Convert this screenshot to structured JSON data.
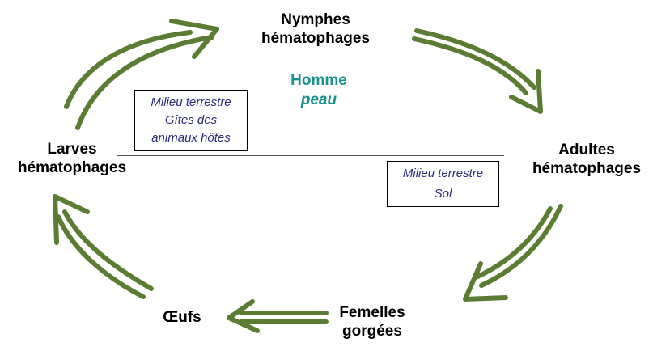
{
  "stages": {
    "nymphes": {
      "line1": "Nymphes",
      "line2": "hématophages"
    },
    "adultes": {
      "line1": "Adultes",
      "line2": "hématophages"
    },
    "femelles": {
      "line1": "Femelles",
      "line2": "gorgées"
    },
    "oeufs": {
      "line1": "Œufs"
    },
    "larves": {
      "line1": "Larves",
      "line2": "hématophages"
    }
  },
  "host": {
    "line1": "Homme",
    "line2": "peau"
  },
  "habitat_left": {
    "line1": "Milieu terrestre",
    "line2": "Gîtes des",
    "line3": "animaux hôtes"
  },
  "habitat_right": {
    "line1": "Milieu terrestre",
    "line2": "Sol"
  },
  "colors": {
    "arrow": "#5a7d33",
    "host": "#17908e",
    "habitat_text": "#2b2b7c"
  }
}
